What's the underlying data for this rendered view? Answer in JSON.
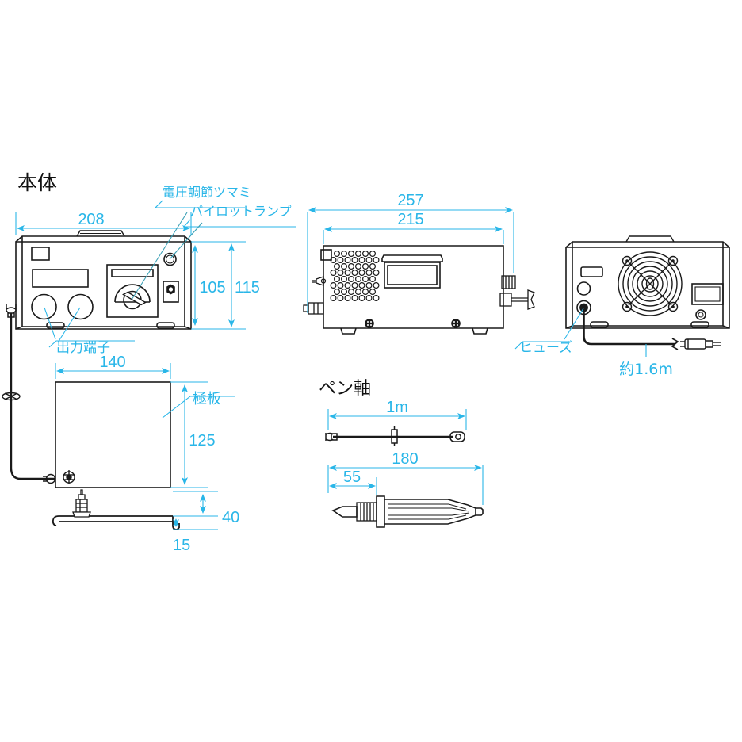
{
  "drawing": {
    "background": "#ffffff",
    "line_color": "#1a1a1a",
    "dimension_color": "#29b6e8",
    "label_color": "#29b6e8"
  },
  "section_titles": {
    "main_unit": "本体",
    "pen_shaft": "ペン軸"
  },
  "labels": {
    "voltage_knob": "電圧調節ツマミ",
    "pilot_lamp": "パイロットランプ",
    "output_terminal": "出力端子",
    "electrode_plate": "極板",
    "fuse": "ヒューズ"
  },
  "dimensions": {
    "front_width": "208",
    "front_height_inner": "105",
    "front_height_outer": "115",
    "side_width_outer": "257",
    "side_width_inner": "215",
    "plate_width": "140",
    "plate_height": "125",
    "plate_flange": "40",
    "plate_lip": "15",
    "cable_length": "1m",
    "pen_length": "180",
    "pen_tip": "55",
    "cord_length": "約1.6m"
  },
  "views": {
    "front": {
      "name": "front-panel-view",
      "parts": [
        "handle",
        "small-window",
        "meter-display",
        "terminal-left",
        "terminal-right",
        "knob-panel",
        "knob-lever",
        "pilot-lamp",
        "hex-nut",
        "foot-left",
        "foot-right"
      ]
    },
    "side": {
      "name": "side-panel-view",
      "parts": [
        "vent-grille",
        "side-window",
        "connector-top",
        "connector-bottom",
        "t-handle-rod",
        "screw-left",
        "screw-right",
        "foot-left",
        "foot-right"
      ]
    },
    "rear": {
      "name": "rear-panel-view",
      "parts": [
        "handle",
        "fan-guard",
        "fuse-holder",
        "switch-window",
        "rear-display",
        "rear-button",
        "power-cord",
        "power-plug",
        "foot-left",
        "foot-right"
      ]
    },
    "plate": {
      "name": "electrode-plate-view",
      "parts": [
        "plate-face",
        "terminal-post",
        "plate-profile",
        "lead-cable",
        "fork-terminal",
        "ring-terminal"
      ]
    },
    "pen": {
      "name": "pen-shaft-view",
      "parts": [
        "cable-assembly",
        "fork-end",
        "cable-clip",
        "plug-end",
        "pen-body",
        "pen-tip",
        "pen-thread",
        "pen-collar"
      ]
    }
  }
}
